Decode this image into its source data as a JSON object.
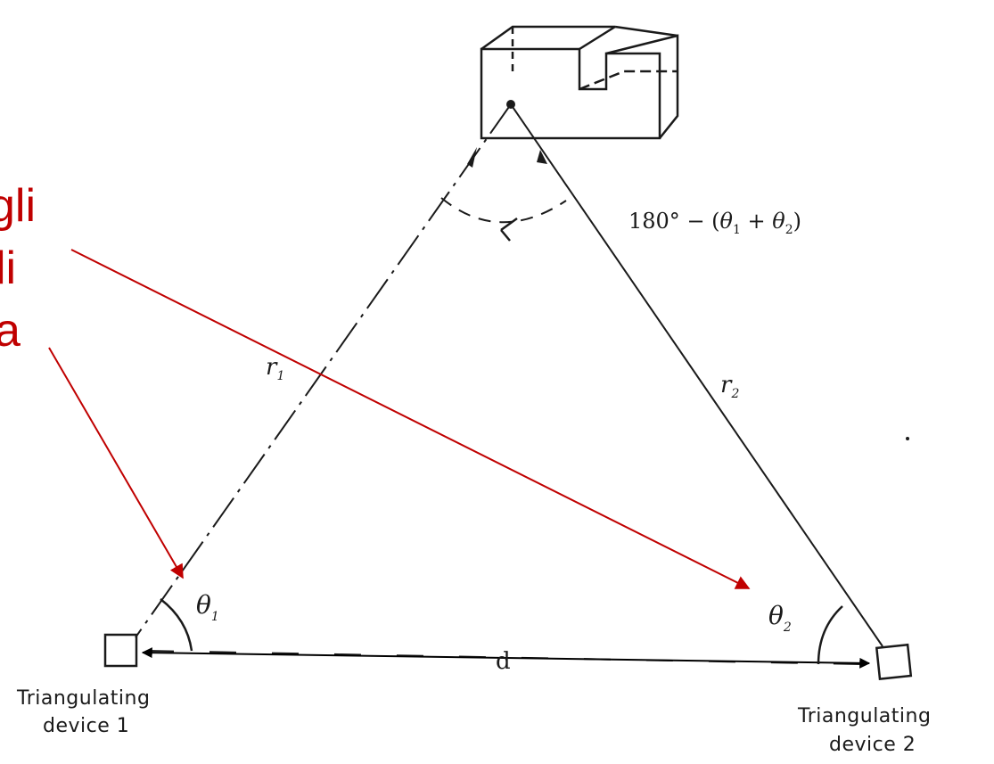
{
  "annotation": {
    "lines": [
      "gli",
      "li",
      "a"
    ],
    "color": "#c00000"
  },
  "labels": {
    "device_1_line1": "Triangulating",
    "device_1_line2": "device 1",
    "device_2_line1": "Triangulating",
    "device_2_line2": "device 2",
    "baseline": "d",
    "side_1_symbol": "r",
    "side_1_sub": "1",
    "side_2_symbol": "r",
    "side_2_sub": "2",
    "theta_1_symbol": "θ",
    "theta_1_sub": "1",
    "theta_2_symbol": "θ",
    "theta_2_sub": "2",
    "apex_angle_prefix": "180° − (",
    "apex_angle_t1": "θ",
    "apex_angle_t1_sub": "1",
    "apex_angle_plus": " + ",
    "apex_angle_t2": "θ",
    "apex_angle_t2_sub": "2",
    "apex_angle_suffix": ")"
  },
  "colors": {
    "ink": "#1a1a1a",
    "annotation_arrow": "#c00000"
  }
}
